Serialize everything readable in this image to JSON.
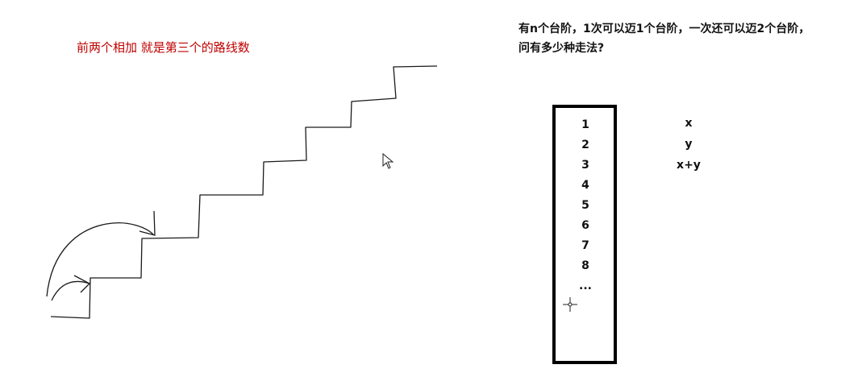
{
  "note": "前两个相加 就是第三个的路线数",
  "question": {
    "line1": "有n个台阶，1次可以迈1个台阶，一次还可以迈2个台阶，",
    "line2": "问有多少种走法?"
  },
  "steps": [
    "1",
    "2",
    "3",
    "4",
    "5",
    "6",
    "7",
    "8",
    "..."
  ],
  "formulas": [
    "x",
    "y",
    "x+y"
  ],
  "colors": {
    "note": "#c00000",
    "ink": "#111111"
  },
  "icons": [
    "arrow-cursor-icon",
    "crosshair-cursor-icon"
  ]
}
